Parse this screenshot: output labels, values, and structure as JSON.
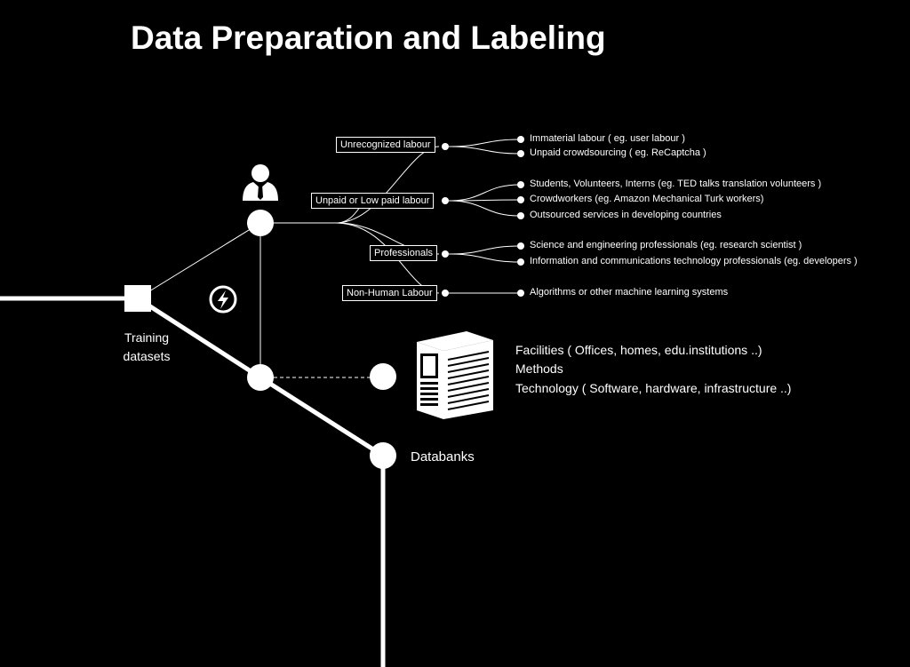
{
  "title": "Data Preparation and Labeling",
  "categories": [
    {
      "label": "Unrecognized labour",
      "items": [
        "Immaterial labour ( eg. user labour )",
        "Unpaid crowdsourcing ( eg. ReCaptcha )"
      ]
    },
    {
      "label": "Unpaid or Low paid labour",
      "items": [
        "Students, Volunteers, Interns (eg. TED talks translation volunteers )",
        "Crowdworkers (eg. Amazon Mechanical Turk workers)",
        "Outsourced services in developing countries"
      ]
    },
    {
      "label": "Professionals",
      "items": [
        "Science and engineering professionals (eg. research scientist )",
        "Information and communications technology professionals (eg. developers )"
      ]
    },
    {
      "label": "Non-Human Labour",
      "items": [
        "Algorithms or other machine learning systems"
      ]
    }
  ],
  "nodes": {
    "training_datasets": {
      "line1": "Training",
      "line2": "datasets"
    },
    "databanks": "Databanks"
  },
  "resources": [
    "Facilities ( Offices, homes, edu.institutions ..)",
    "Methods",
    "Technology ( Software, hardware, infrastructure ..)"
  ],
  "icons": [
    "person-icon",
    "lightning-icon",
    "server-rack-icon"
  ],
  "colors": {
    "background": "#000000",
    "foreground": "#ffffff"
  }
}
